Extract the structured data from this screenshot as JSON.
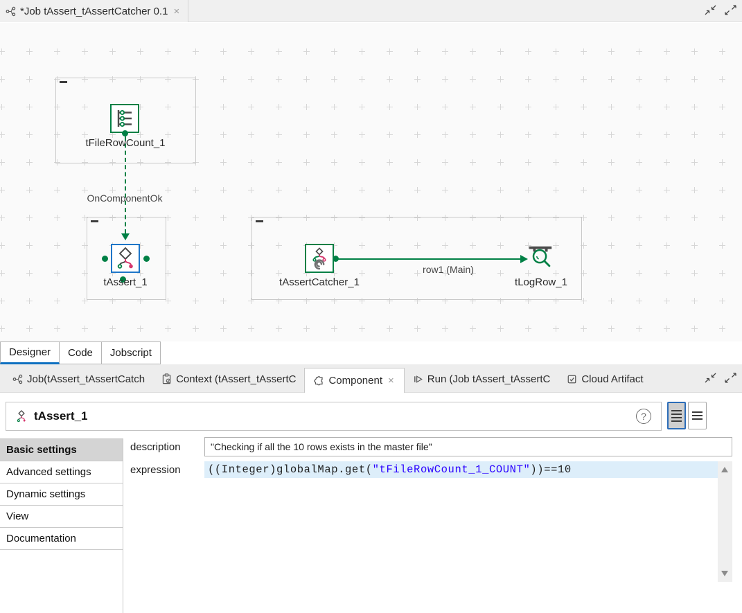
{
  "window": {
    "editor_tab": "*Job tAssert_tAssertCatcher 0.1"
  },
  "icons": {
    "close": "×",
    "help": "?"
  },
  "canvas": {
    "components": [
      {
        "label": "tFileRowCount_1"
      },
      {
        "label": "tAssert_1"
      },
      {
        "label": "tAssertCatcher_1"
      },
      {
        "label": "tLogRow_1"
      }
    ],
    "connections": [
      {
        "label": "OnComponentOk",
        "type": "trigger"
      },
      {
        "label": "row1 (Main)",
        "type": "main"
      }
    ]
  },
  "view_tabs": [
    {
      "label": "Designer",
      "active": true
    },
    {
      "label": "Code",
      "active": false
    },
    {
      "label": "Jobscript",
      "active": false
    }
  ],
  "bottom_tabs": [
    {
      "label": "Job(tAssert_tAssertCatch",
      "active": false
    },
    {
      "label": "Context (tAssert_tAssertC",
      "active": false
    },
    {
      "label": "Component",
      "active": true
    },
    {
      "label": "Run (Job tAssert_tAssertC",
      "active": false
    },
    {
      "label": "Cloud Artifact",
      "active": false
    }
  ],
  "component_panel": {
    "title": "tAssert_1",
    "menu": [
      {
        "label": "Basic settings",
        "active": true
      },
      {
        "label": "Advanced settings",
        "active": false
      },
      {
        "label": "Dynamic settings",
        "active": false
      },
      {
        "label": "View",
        "active": false
      },
      {
        "label": "Documentation",
        "active": false
      }
    ],
    "description_label": "description",
    "description_value": "\"Checking if all the 10 rows exists in the master file\"",
    "expression_label": "expression",
    "expression": {
      "prefix": "((Integer)globalMap.get(",
      "string": "\"tFileRowCount_1_COUNT\"",
      "suffix": "))==10"
    }
  },
  "colors": {
    "talend_green": "#008045",
    "selection_blue": "#1f76c8",
    "assert_pink": "#d6376d",
    "string_blue": "#2a00ff",
    "expression_highlight": "#ddeefa",
    "tab_underline_blue": "#0e70c0"
  }
}
